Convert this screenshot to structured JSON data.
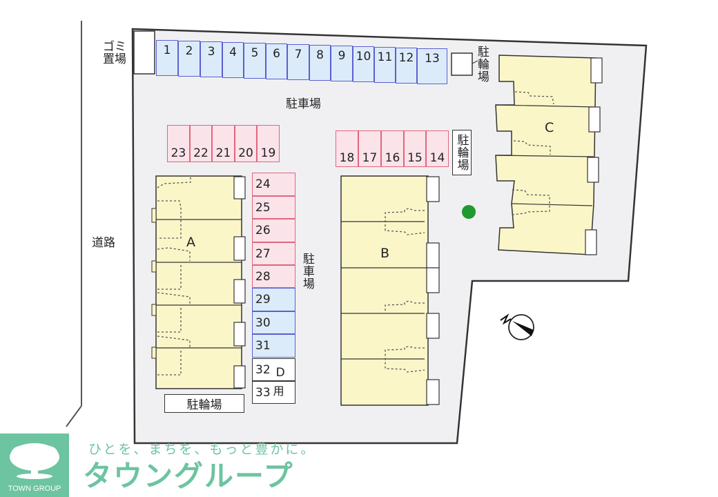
{
  "map": {
    "labels": {
      "road": "道路",
      "parking_top": "駐車場",
      "parking_side": "駐車場",
      "garbage": "ゴミ置場",
      "bike_top": "駐輪場",
      "bike_mid": "駐輪場",
      "bike_bottom": "駐輪場"
    },
    "buildings": {
      "a": "A",
      "b": "B",
      "c": "C"
    },
    "parking": {
      "top_row": [
        "1",
        "2",
        "3",
        "4",
        "5",
        "6",
        "7",
        "8",
        "9",
        "10",
        "11",
        "12",
        "13"
      ],
      "row_19_23": [
        "23",
        "22",
        "21",
        "20",
        "19"
      ],
      "row_14_18": [
        "18",
        "17",
        "16",
        "15",
        "14"
      ],
      "column_pink": [
        "24",
        "25",
        "26",
        "27",
        "28"
      ],
      "column_blue": [
        "29",
        "30",
        "31"
      ],
      "column_white": [
        "32",
        "33"
      ],
      "d_use_label_1": "D",
      "d_use_label_2": "用"
    },
    "colors": {
      "lot": "#f0f0f2",
      "building": "#fbf6c8",
      "slot_blue": "#dcebfa",
      "slot_pink": "#fbe3ea",
      "tree": "#1e9a2e",
      "brand_green": "#6cc4a0"
    },
    "compass": "north-arrow"
  },
  "branding": {
    "logo_text": "TOWN GROUP",
    "tagline": "ひとを、まちを、もっと豊かに。",
    "brand_name": "タウングループ"
  }
}
